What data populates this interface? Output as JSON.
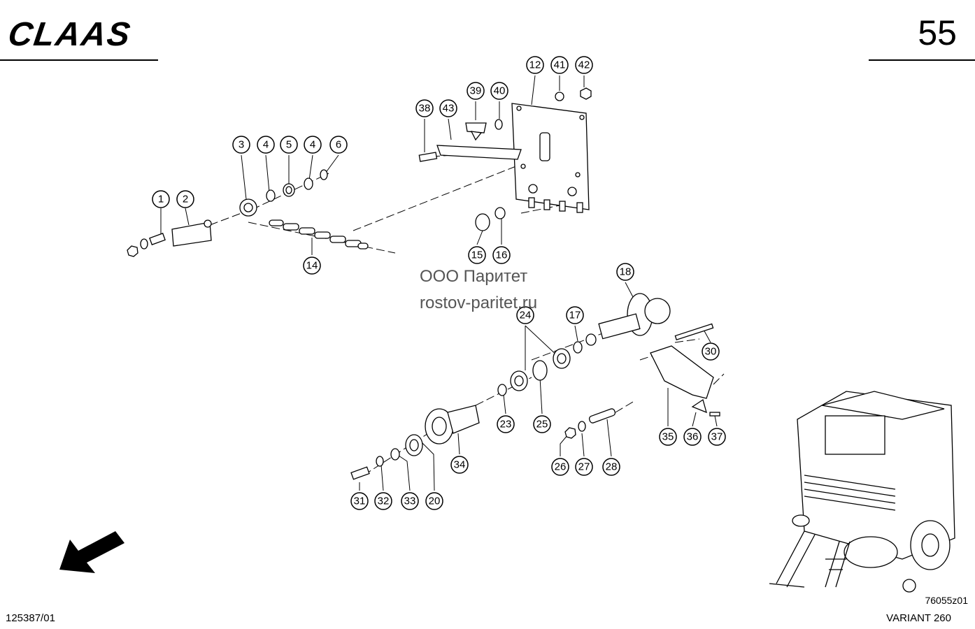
{
  "header": {
    "brand": "CLAAS",
    "page_number": "55"
  },
  "watermark": {
    "line1": "ООО Паритет",
    "line2": "rostov-paritet.ru"
  },
  "footer": {
    "doc_number": "125387/01",
    "drawing_number": "76055z01",
    "model": "VARIANT 260"
  },
  "callouts": [
    "1",
    "2",
    "3",
    "4",
    "5",
    "4",
    "6",
    "12",
    "14",
    "15",
    "16",
    "17",
    "18",
    "20",
    "23",
    "24",
    "25",
    "26",
    "27",
    "28",
    "30",
    "31",
    "32",
    "33",
    "34",
    "35",
    "36",
    "37",
    "38",
    "39",
    "40",
    "41",
    "42",
    "43"
  ]
}
